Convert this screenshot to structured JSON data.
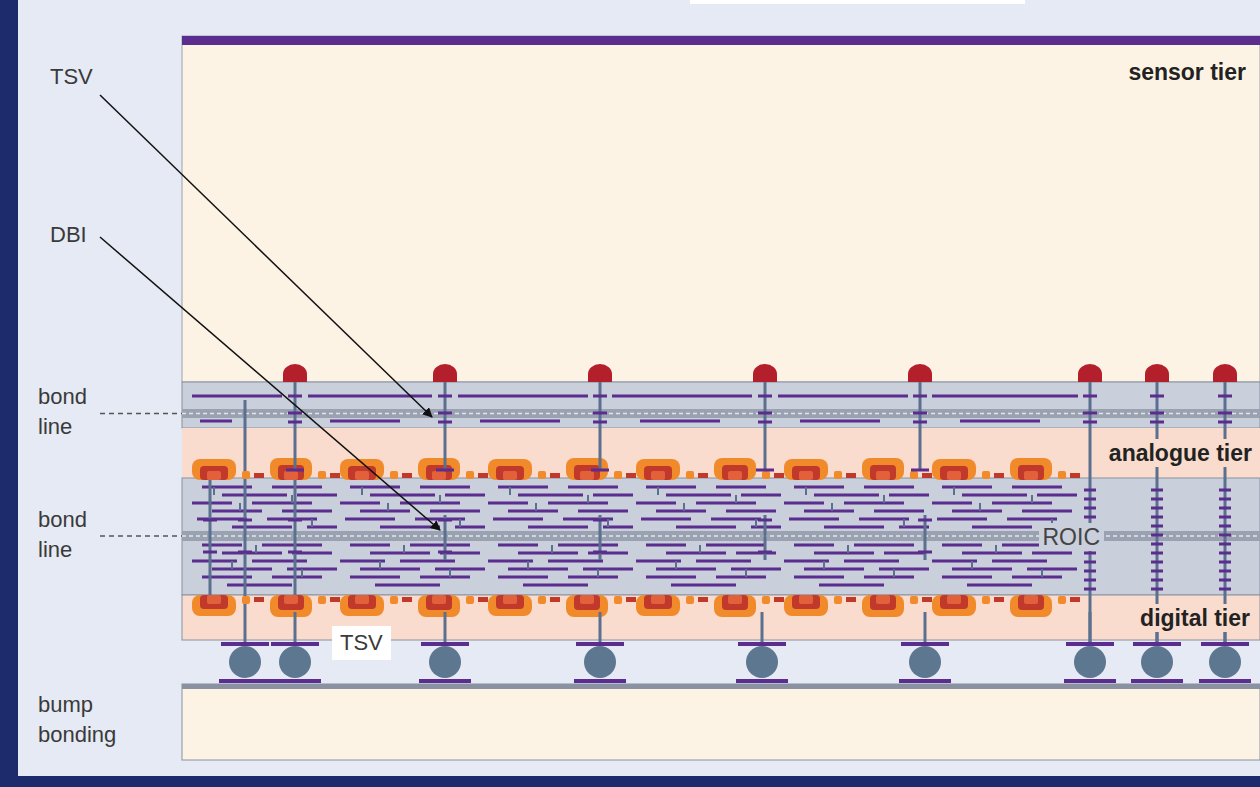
{
  "diagram": {
    "nodes": [
      {
        "text": [
          "sensor tier"
        ]
      },
      {
        "text": [
          "analogue tier"
        ]
      },
      {
        "text": [
          "ROIC"
        ]
      },
      {
        "text": [
          "digital tier"
        ]
      }
    ],
    "labels": [
      "TSV",
      "DBI",
      "bond line",
      "bond line",
      "TSV",
      "bump bonding"
    ]
  }
}
